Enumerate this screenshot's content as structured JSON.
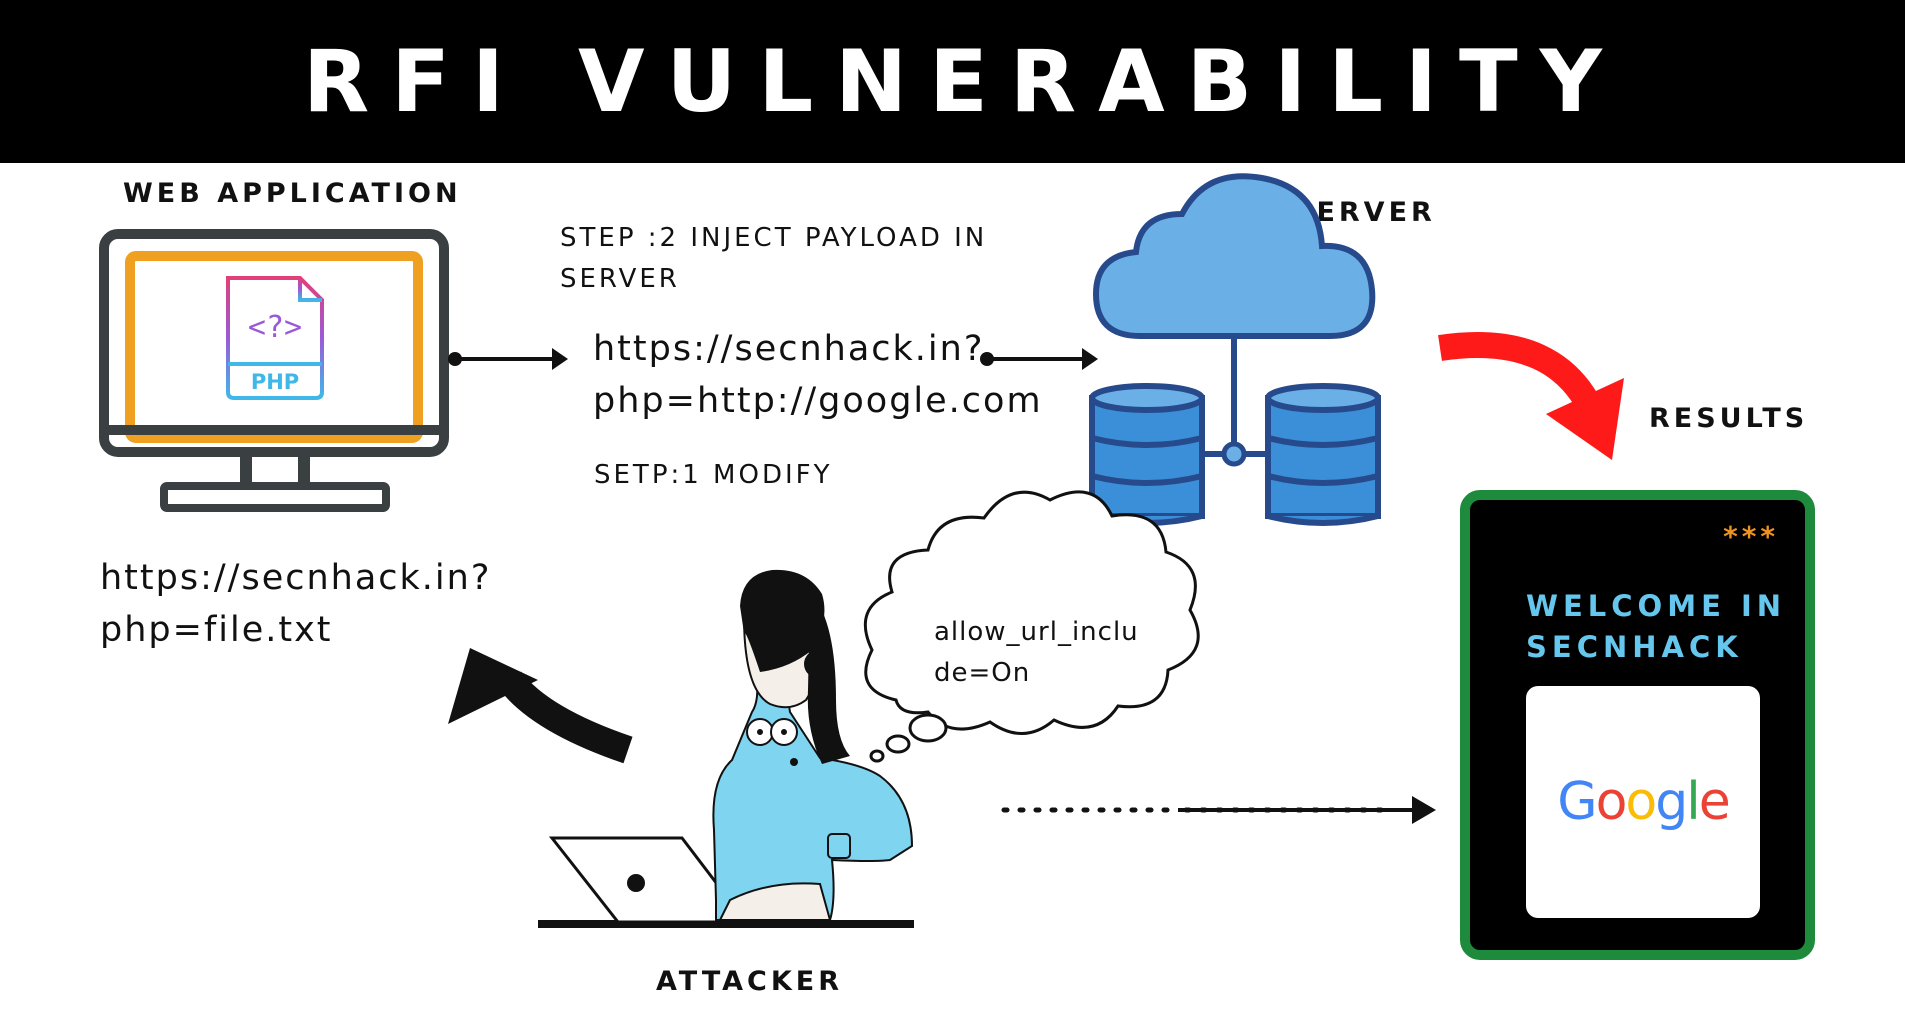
{
  "title": "RFI VULNERABILITY",
  "labels": {
    "web_application": "WEB APPLICATION",
    "server": "SERVER",
    "results": "RESULTS",
    "attacker": "ATTACKER"
  },
  "steps": {
    "step2_line1": "STEP :2 INJECT PAYLOAD IN",
    "step2_line2": "SERVER",
    "step1": "SETP:1 MODIFY"
  },
  "urls": {
    "malicious_line1": "https://secnhack.in?",
    "malicious_line2": "php=http://google.com",
    "original_line1": "https://secnhack.in?",
    "original_line2": "php=file.txt"
  },
  "thought": {
    "line1": "allow_url_inclu",
    "line2": "de=On"
  },
  "result_screen": {
    "stars": "***",
    "welcome_line1": "WELCOME IN",
    "welcome_line2": "SECNHACK",
    "google_letters": [
      "G",
      "o",
      "o",
      "g",
      "l",
      "e"
    ]
  },
  "icons": {
    "file_badge": "PHP",
    "file_code": "<?>"
  },
  "colors": {
    "banner_bg": "#000000",
    "monitor_frame": "#3a3f42",
    "screen_border": "#f0a020",
    "cloud": "#6ab0e6",
    "database": "#3a8fd8",
    "results_arrow": "#ff1a1a",
    "phone_border": "#1e8a3c",
    "welcome_text": "#66c7ee",
    "stars": "#f0921e",
    "shirt": "#7fd4f0"
  }
}
